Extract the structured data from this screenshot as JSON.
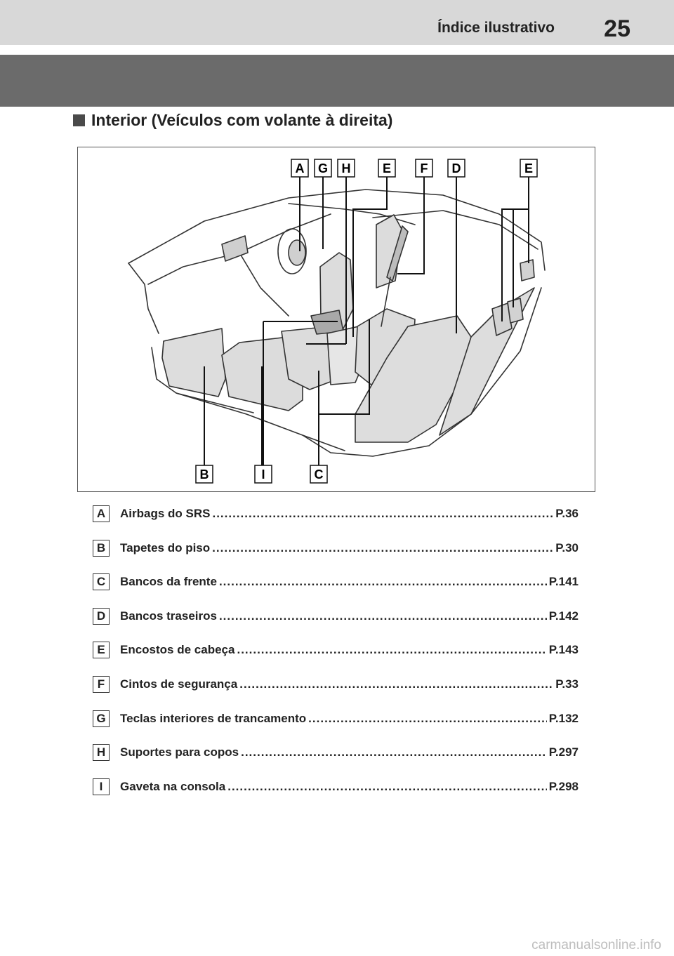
{
  "header": {
    "title": "Índice ilustrativo",
    "page_number": "25"
  },
  "section": {
    "heading": "Interior (Veículos com volante à direita)"
  },
  "diagram": {
    "top_labels": [
      "A",
      "G",
      "H",
      "E",
      "F",
      "D",
      "E"
    ],
    "bottom_labels": [
      "B",
      "I",
      "C"
    ]
  },
  "legend": [
    {
      "letter": "A",
      "text": "Airbags do SRS",
      "page": "P.36"
    },
    {
      "letter": "B",
      "text": "Tapetes do piso",
      "page": "P.30"
    },
    {
      "letter": "C",
      "text": "Bancos da frente",
      "page": "P.141"
    },
    {
      "letter": "D",
      "text": "Bancos traseiros",
      "page": "P.142"
    },
    {
      "letter": "E",
      "text": "Encostos de cabeça",
      "page": "P.143"
    },
    {
      "letter": "F",
      "text": "Cintos de segurança",
      "page": "P.33"
    },
    {
      "letter": "G",
      "text": "Teclas interiores de trancamento",
      "page": "P.132"
    },
    {
      "letter": "H",
      "text": "Suportes para copos",
      "page": "P.297"
    },
    {
      "letter": "I",
      "text": "Gaveta na consola",
      "page": "P.298"
    }
  ],
  "watermark": "carmanualsonline.info"
}
